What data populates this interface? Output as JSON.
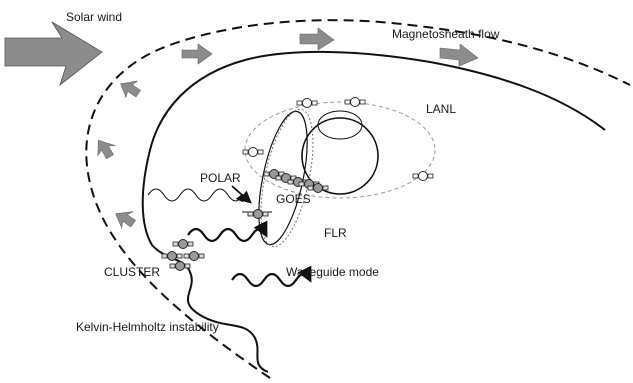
{
  "labels": {
    "solar_wind": "Solar wind",
    "magnetosheath_flow": "Magnetosheath flow",
    "lanl": "LANL",
    "polar": "POLAR",
    "goes": "GOES",
    "flr": "FLR",
    "cluster": "CLUSTER",
    "waveguide_mode": "Waveguide mode",
    "kelvin_helmholtz": "Kelvin-Helmholtz instability"
  },
  "colors": {
    "line": "#111111",
    "arrow_fill": "#8c8c8c",
    "satellite_fill": "#9a9a9a",
    "orbit": "#9a9a9a"
  }
}
